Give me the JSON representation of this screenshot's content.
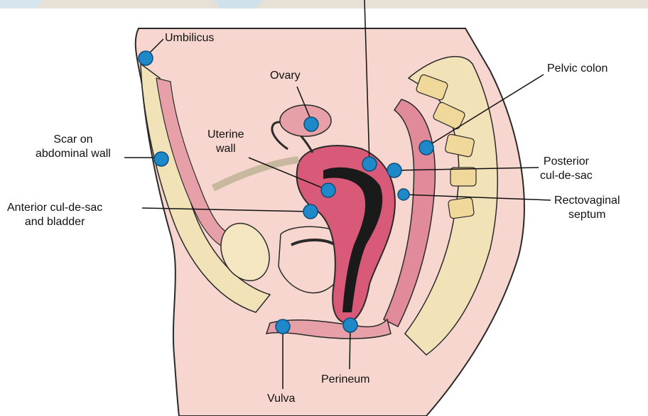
{
  "labels": {
    "umbilicus": "Umbilicus",
    "ovary": "Ovary",
    "pelvic_colon": "Pelvic colon",
    "scar_line1": "Scar on",
    "scar_line2": "abdominal wall",
    "uterine_line1": "Uterine",
    "uterine_line2": "wall",
    "posterior_line1": "Posterior",
    "posterior_line2": "cul-de-sac",
    "anterior_line1": "Anterior cul-de-sac",
    "anterior_line2": "and bladder",
    "rectovaginal_line1": "Rectovaginal",
    "rectovaginal_line2": "septum",
    "perineum": "Perineum",
    "vulva": "Vulva"
  },
  "colors": {
    "marker": "#1e88c8",
    "marker_stroke": "#0b4f7a",
    "skin": "#f6d6ce",
    "fat": "#f2e2b8",
    "muscle": "#e8a0a8",
    "organ": "#d85a78",
    "lumen": "#1a1a1a",
    "outline": "#2a2a2a"
  }
}
